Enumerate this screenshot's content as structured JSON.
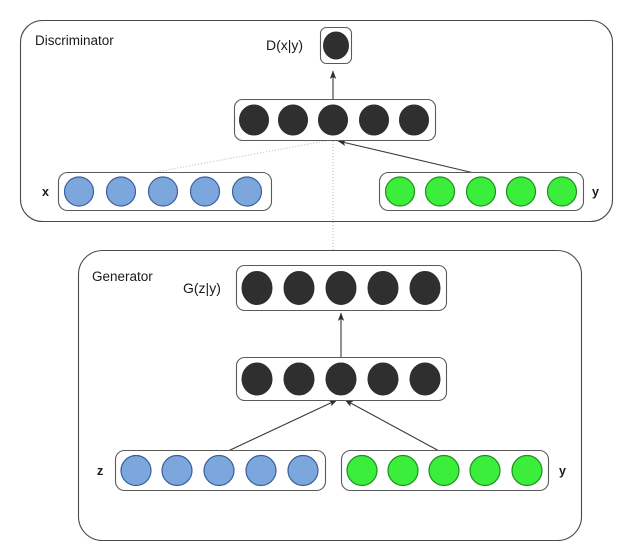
{
  "diagram": {
    "title_discriminator": "Discriminator",
    "title_generator": "Generator",
    "labels": {
      "d_output": "D(x|y)",
      "g_output": "G(z|y)",
      "x": "x",
      "y_top": "y",
      "z": "z",
      "y_bottom": "y"
    },
    "colors": {
      "node_black": "#2f2f2f",
      "node_blue_fill": "#7ba7dd",
      "node_blue_stroke": "#3b5f9e",
      "node_green_fill": "#3bee3b",
      "node_green_stroke": "#1f8f1f",
      "box_stroke": "#4a4a4a",
      "edge": "#3a3a3a",
      "edge_faint": "#b9b9b9",
      "background": "#ffffff"
    },
    "discriminator": {
      "name": "Discriminator",
      "output_layer": {
        "name": "D(x|y)",
        "node_count": 1,
        "node_color": "black"
      },
      "hidden_layer": {
        "node_count": 5,
        "node_color": "black"
      },
      "input_x": {
        "label": "x",
        "node_count": 5,
        "node_color": "blue"
      },
      "input_y": {
        "label": "y",
        "node_count": 5,
        "node_color": "green"
      }
    },
    "generator": {
      "name": "Generator",
      "output_layer": {
        "name": "G(z|y)",
        "node_count": 5,
        "node_color": "black"
      },
      "hidden_layer": {
        "node_count": 5,
        "node_color": "black"
      },
      "input_z": {
        "label": "z",
        "node_count": 5,
        "node_color": "blue"
      },
      "input_y": {
        "label": "y",
        "node_count": 5,
        "node_color": "green"
      }
    },
    "connections": [
      {
        "from": "discriminator.input_x",
        "to": "discriminator.hidden_layer",
        "style": "faint-dotted"
      },
      {
        "from": "discriminator.input_y",
        "to": "discriminator.hidden_layer",
        "style": "solid-arrow"
      },
      {
        "from": "discriminator.hidden_layer",
        "to": "discriminator.output_layer",
        "style": "solid-arrow"
      },
      {
        "from": "generator.input_z",
        "to": "generator.hidden_layer",
        "style": "solid-arrow"
      },
      {
        "from": "generator.input_y",
        "to": "generator.hidden_layer",
        "style": "solid-arrow"
      },
      {
        "from": "generator.hidden_layer",
        "to": "generator.output_layer",
        "style": "solid-arrow"
      },
      {
        "from": "generator.output_layer",
        "to": "discriminator.hidden_layer",
        "style": "faint-dotted-vertical"
      }
    ]
  }
}
